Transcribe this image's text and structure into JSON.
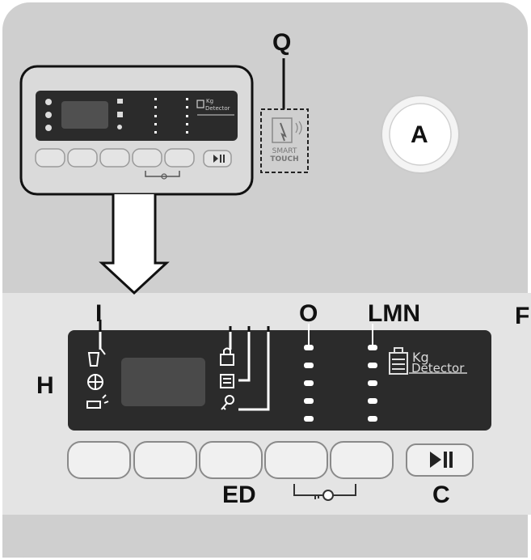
{
  "labels": {
    "q": "Q",
    "a": "A",
    "i": "I",
    "o": "O",
    "lmn": "LMN",
    "f": "F",
    "h": "H",
    "ed": "ED",
    "c": "C"
  },
  "smart_touch": {
    "line1": "SMART",
    "line2": "TOUCH"
  },
  "kg_detector": {
    "line1": "Kg",
    "line2": "Detector"
  },
  "icons": {
    "start_pause": "play-pause-icon",
    "key": "key-icon",
    "lock": "lock-icon",
    "detergent": "detergent-icon",
    "spin": "spin-icon",
    "steam": "steam-icon"
  },
  "colors": {
    "panel_bg": "#cfcfcf",
    "display_panel": "#2b2b2b",
    "lcd_window": "#4a4a4a",
    "led": "#ffffff"
  }
}
